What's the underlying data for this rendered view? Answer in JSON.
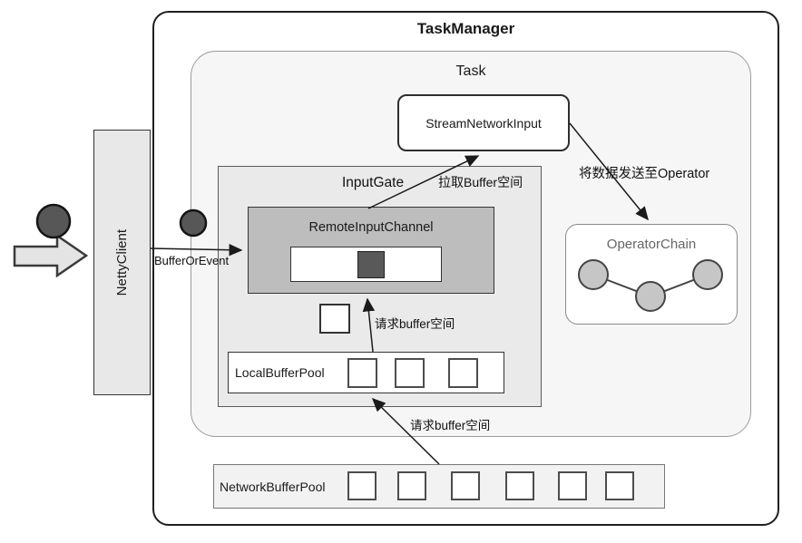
{
  "title": "TaskManager",
  "task": {
    "title": "Task"
  },
  "boxes": {
    "stream_network_input": "StreamNetworkInput",
    "input_gate": "InputGate",
    "remote_input_channel": "RemoteInputChannel",
    "local_buffer_pool": "LocalBufferPool",
    "network_buffer_pool": "NetworkBufferPool",
    "netty_client": "NettyClient",
    "operator_chain": "OperatorChain"
  },
  "arrow_labels": {
    "buffer_or_event": "BufferOrEvent",
    "pull_buffer_space": "拉取Buffer空间",
    "send_data_to_operator": "将数据发送至Operator",
    "request_buffer_space_inner": "请求buffer空间",
    "request_buffer_space_outer": "请求buffer空间"
  },
  "buffer_slots": {
    "local_buffer_pool_empty_squares": 3,
    "network_buffer_pool_empty_squares": 6,
    "remote_channel_dark_squares": 1,
    "floating_empty_squares": 1,
    "operator_chain_nodes": 3
  },
  "colors": {
    "task_fill": "#f6f6f6",
    "input_gate_fill": "#eaeaea",
    "remote_input_channel_fill": "#bdbdbd",
    "netty_client_fill": "#e8e8e8",
    "network_buffer_pool_fill": "#f2f2f2",
    "dark_buffer_fill": "#595959",
    "chain_node_fill": "#c6c6c6",
    "dark_dot_fill": "#575757"
  }
}
